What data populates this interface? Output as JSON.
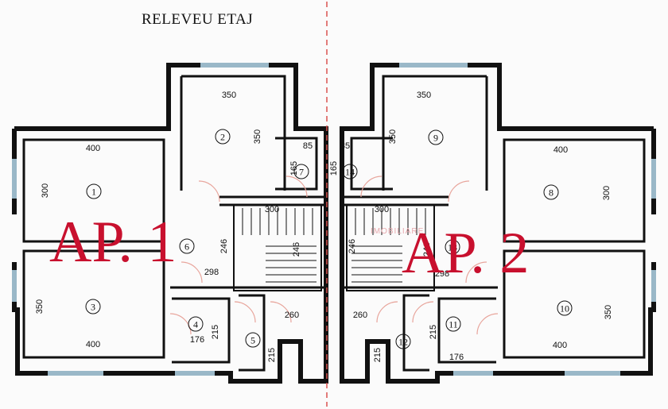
{
  "title": "RELEVEU ETAJ",
  "apartments": [
    {
      "label": "AP. 1"
    },
    {
      "label": "AP. 2"
    }
  ],
  "watermark": "IMOBILIARE",
  "colors": {
    "walls": "#111111",
    "labels": "#c8102e",
    "axis": "#d9534f",
    "doors": "#e8a59c",
    "windows": "#9ab8c8"
  },
  "rooms": [
    {
      "number": "1"
    },
    {
      "number": "2"
    },
    {
      "number": "3"
    },
    {
      "number": "4"
    },
    {
      "number": "5"
    },
    {
      "number": "6"
    },
    {
      "number": "7"
    },
    {
      "number": "8"
    },
    {
      "number": "9"
    },
    {
      "number": "10"
    },
    {
      "number": "11"
    },
    {
      "number": "12"
    },
    {
      "number": "13"
    },
    {
      "number": "14"
    }
  ],
  "dimensions": [
    {
      "value": "350"
    },
    {
      "value": "350"
    },
    {
      "value": "400"
    },
    {
      "value": "300"
    },
    {
      "value": "85"
    },
    {
      "value": "165"
    },
    {
      "value": "300"
    },
    {
      "value": "246"
    },
    {
      "value": "246"
    },
    {
      "value": "298"
    },
    {
      "value": "350"
    },
    {
      "value": "400"
    },
    {
      "value": "215"
    },
    {
      "value": "176"
    },
    {
      "value": "260"
    },
    {
      "value": "215"
    },
    {
      "value": "350"
    },
    {
      "value": "350"
    },
    {
      "value": "400"
    },
    {
      "value": "300"
    },
    {
      "value": "85"
    },
    {
      "value": "165"
    },
    {
      "value": "300"
    },
    {
      "value": "246"
    },
    {
      "value": "246"
    },
    {
      "value": "298"
    },
    {
      "value": "350"
    },
    {
      "value": "400"
    },
    {
      "value": "215"
    },
    {
      "value": "176"
    },
    {
      "value": "260"
    },
    {
      "value": "215"
    }
  ]
}
